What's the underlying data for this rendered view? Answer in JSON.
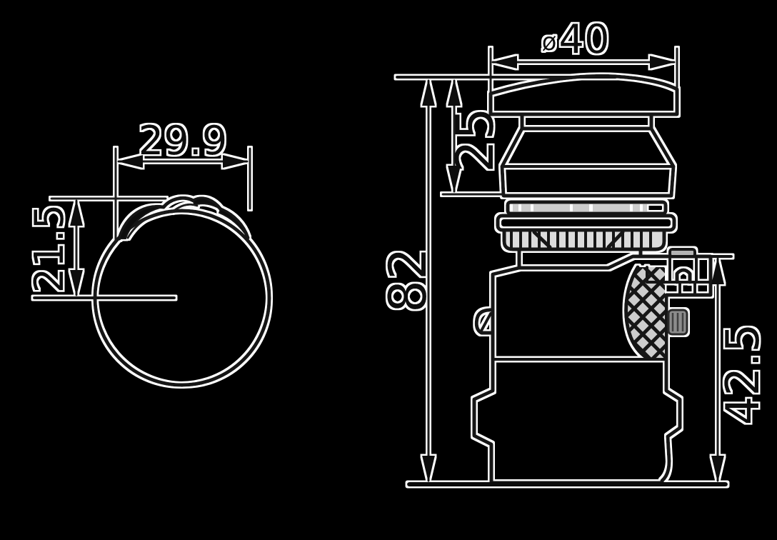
{
  "meta": {
    "background_color": "#000000",
    "line_color": "#141414",
    "halo_color": "#ffffff",
    "shade_light": "#cdcdcd",
    "shade_mid": "#b3b3b3",
    "shade_dark": "#8c8c8c"
  },
  "front_view": {
    "dimensions": {
      "width": "29.9",
      "height": "21.5"
    }
  },
  "side_view": {
    "dimensions": {
      "cap_diameter_symbol": "ø",
      "cap_diameter": "40",
      "cap_height": "25",
      "total_height": "82",
      "lower_body_height": "42.5"
    }
  }
}
